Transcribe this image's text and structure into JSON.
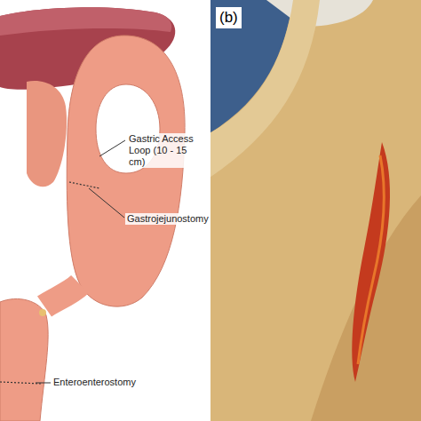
{
  "diagram": {
    "labels": [
      "Gastric Access Loop (10 - 15 cm)",
      "Gastrojejunostomy",
      "Enteroenterostomy",
      "(b)"
    ]
  }
}
